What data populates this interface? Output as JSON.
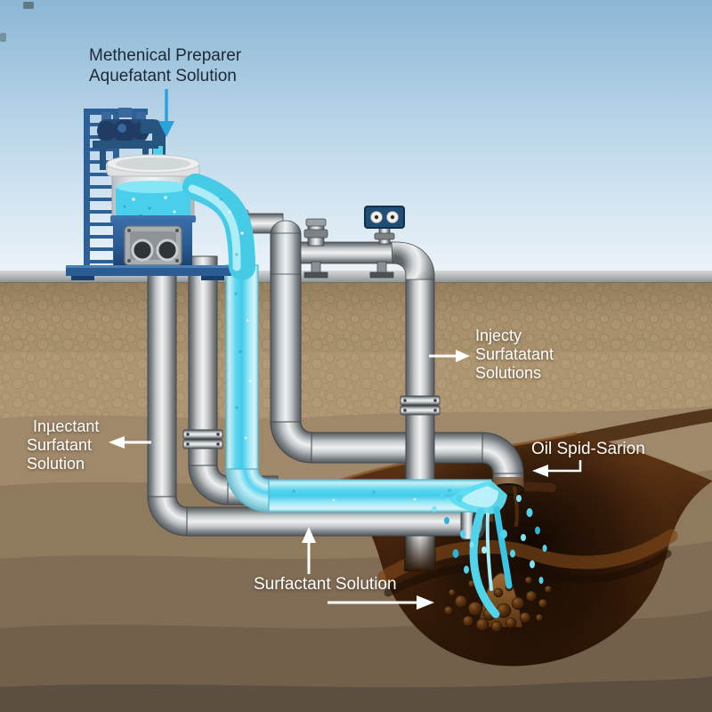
{
  "labels": {
    "preparer": {
      "lines": [
        "Methenical Preparer",
        "Aquefatant Solution"
      ]
    },
    "inject_right": {
      "lines": [
        "Injecty",
        "Surfatatant",
        "Solutions"
      ]
    },
    "inject_left": {
      "lines": [
        "Inµectant",
        "Surfatant",
        "Solution"
      ]
    },
    "oil": {
      "text": "Oil Spid-Sarion"
    },
    "surfactant": {
      "text": "Surfactant Solution"
    }
  },
  "icons": {
    "arrow_down_blue": "↓",
    "arrow_right_white": "→",
    "arrow_left_white": "←",
    "arrow_up_white": "↑",
    "arrow_elbow_left_white": "↵"
  },
  "colors": {
    "sky_top": "#8cb7d5",
    "sky_bottom": "#edf4f9",
    "surface_strip": "#adb1b1",
    "soil_pebble": "#a8906d",
    "soil_taupe": "#a0886a",
    "soil_deep": "#5c4f42",
    "oil_dark": "#200f04",
    "oil_mid": "#4e2a10",
    "oil_highlight": "#8a5a2d",
    "liquid_cyan": "#45cbe6",
    "liquid_cyan_light": "#c5eff7",
    "pipe_light": "#f0f2f3",
    "pipe_dark": "#565b5f",
    "equipment_blue": "#2b5c94",
    "equipment_blue_dark": "#1c3f6b",
    "gauge_navy": "#1f4e78",
    "label_dark_text": "#1b2a36",
    "label_light_text": "#ffffff",
    "arrow_blue": "#2aa2da"
  }
}
